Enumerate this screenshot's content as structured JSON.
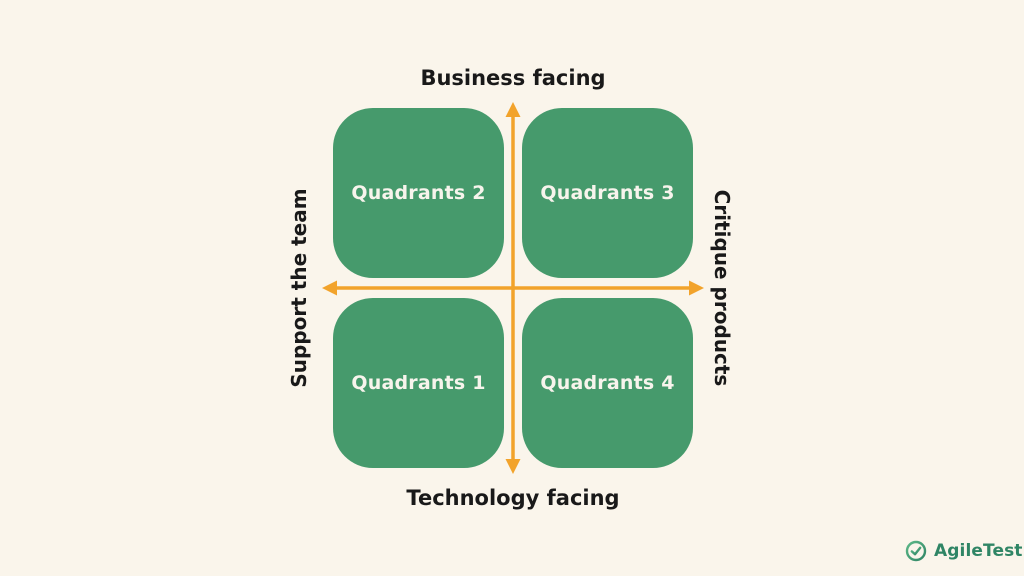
{
  "colors": {
    "background": "#FAF5EB",
    "quadrant_green": "#469A6C",
    "axis_orange": "#F2A32B",
    "label_dark": "#191919",
    "quadrant_text": "#F7F4EC",
    "logo_green": "#2F8565"
  },
  "diagram": {
    "top_label": "Business facing",
    "bottom_label": "Technology facing",
    "left_label": "Support the team",
    "right_label": "Critique products",
    "quadrants": [
      {
        "position": "top-left",
        "label": "Quadrants 2"
      },
      {
        "position": "top-right",
        "label": "Quadrants 3"
      },
      {
        "position": "bottom-left",
        "label": "Quadrants 1"
      },
      {
        "position": "bottom-right",
        "label": "Quadrants 4"
      }
    ]
  },
  "footer": {
    "brand": "AgileTest",
    "icon": "check-circle-icon"
  }
}
